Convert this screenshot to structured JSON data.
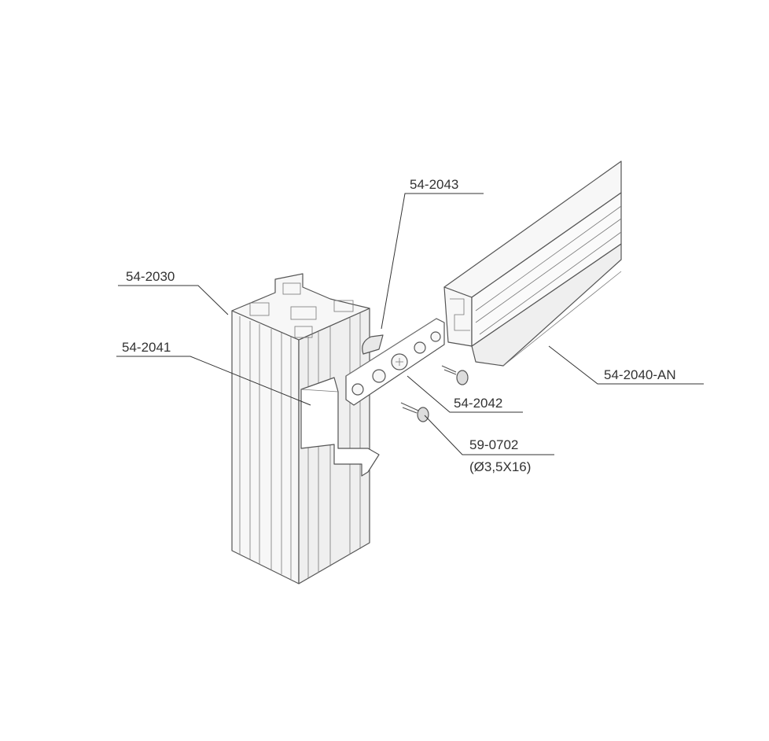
{
  "labels": {
    "post": "54-2030",
    "clip": "54-2041",
    "connector_top": "54-2043",
    "connector_plate": "54-2042",
    "rail": "54-2040-AN",
    "screw": "59-0702",
    "screw_spec": "(Ø3,5X16)"
  }
}
